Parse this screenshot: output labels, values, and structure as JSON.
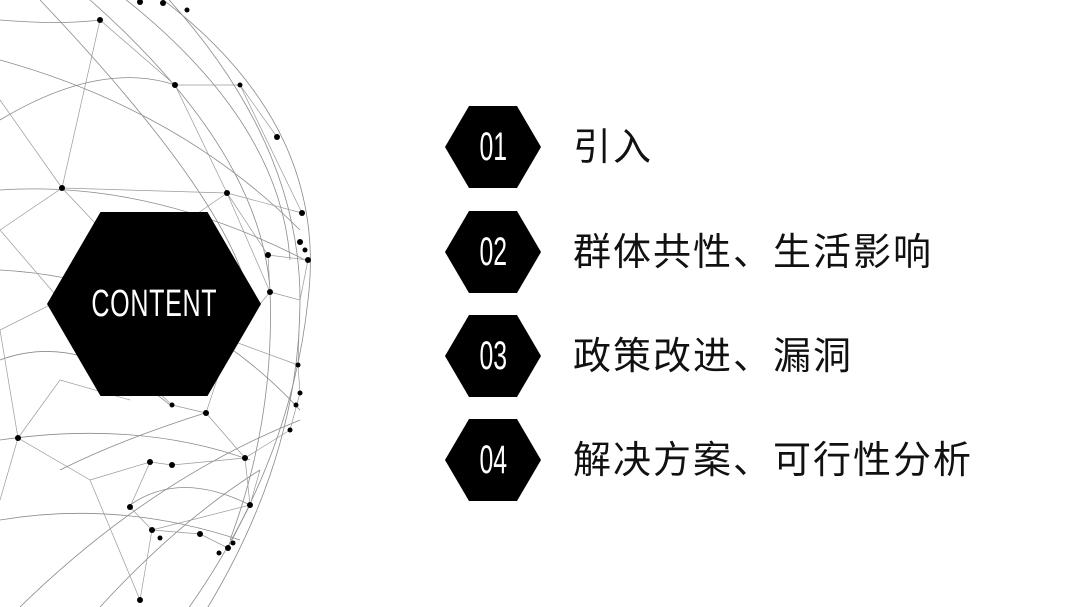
{
  "content_heading": "CONTENT",
  "toc": [
    {
      "number": "01",
      "label": "引入"
    },
    {
      "number": "02",
      "label": "群体共性、生活影响"
    },
    {
      "number": "03",
      "label": "政策改进、漏洞"
    },
    {
      "number": "04",
      "label": "解决方案、可行性分析"
    }
  ],
  "colors": {
    "background": "#ffffff",
    "accent": "#000000",
    "text": "#111111"
  }
}
